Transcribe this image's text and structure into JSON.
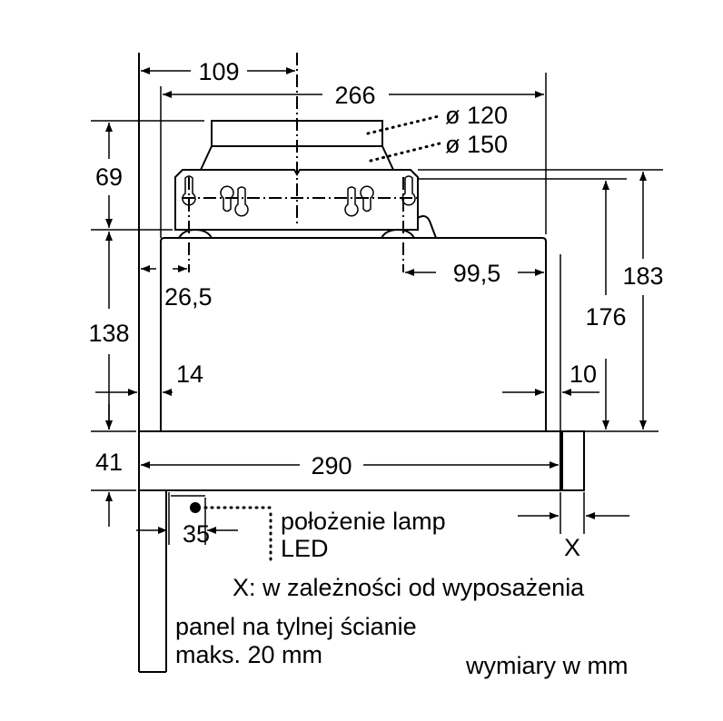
{
  "dimensions": {
    "d109": "109",
    "d266": "266",
    "d120": "ø 120",
    "d150": "ø 150",
    "d69": "69",
    "d138": "138",
    "d41": "41",
    "d26_5": "26,5",
    "d99_5": "99,5",
    "d176": "176",
    "d183": "183",
    "d14": "14",
    "d10": "10",
    "d290": "290",
    "d35": "35",
    "dX": "X"
  },
  "labels": {
    "led_line1": "położenie lamp",
    "led_line2": "LED",
    "x_note": "X: w zależności od wyposażenia",
    "panel_line1": "panel na tylnej ścianie",
    "panel_line2": "maks. 20 mm",
    "units": "wymiary w mm"
  }
}
